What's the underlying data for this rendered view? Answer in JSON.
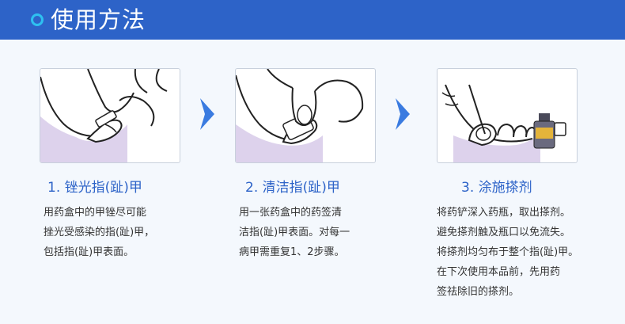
{
  "header": {
    "title": "使用方法"
  },
  "steps": [
    {
      "title": "1. 锉光指(趾)甲",
      "lines": [
        "用药盒中的甲锉尽可能",
        "挫光受感染的指(趾)甲，",
        "包括指(趾)甲表面。"
      ]
    },
    {
      "title": "2. 清洁指(趾)甲",
      "lines": [
        "用一张药盒中的药签清",
        "洁指(趾)甲表面。对每一",
        "病甲需重复1、2步骤。"
      ]
    },
    {
      "title": "3. 涂施搽剂",
      "lines": [
        "将药铲深入药瓶，取出搽剂。",
        "避免搽剂触及瓶口以免流失。",
        "将搽剂均匀布于整个指(趾)甲。",
        "在下次使用本品前，先用药",
        "签祛除旧的搽剂。"
      ]
    }
  ],
  "colors": {
    "header_bg": "#2d63c8",
    "accent_circle": "#2ec0f0",
    "step_title": "#2d63c8",
    "arrow": "#3a7be0",
    "skin_shadow": "#d9cdea"
  }
}
